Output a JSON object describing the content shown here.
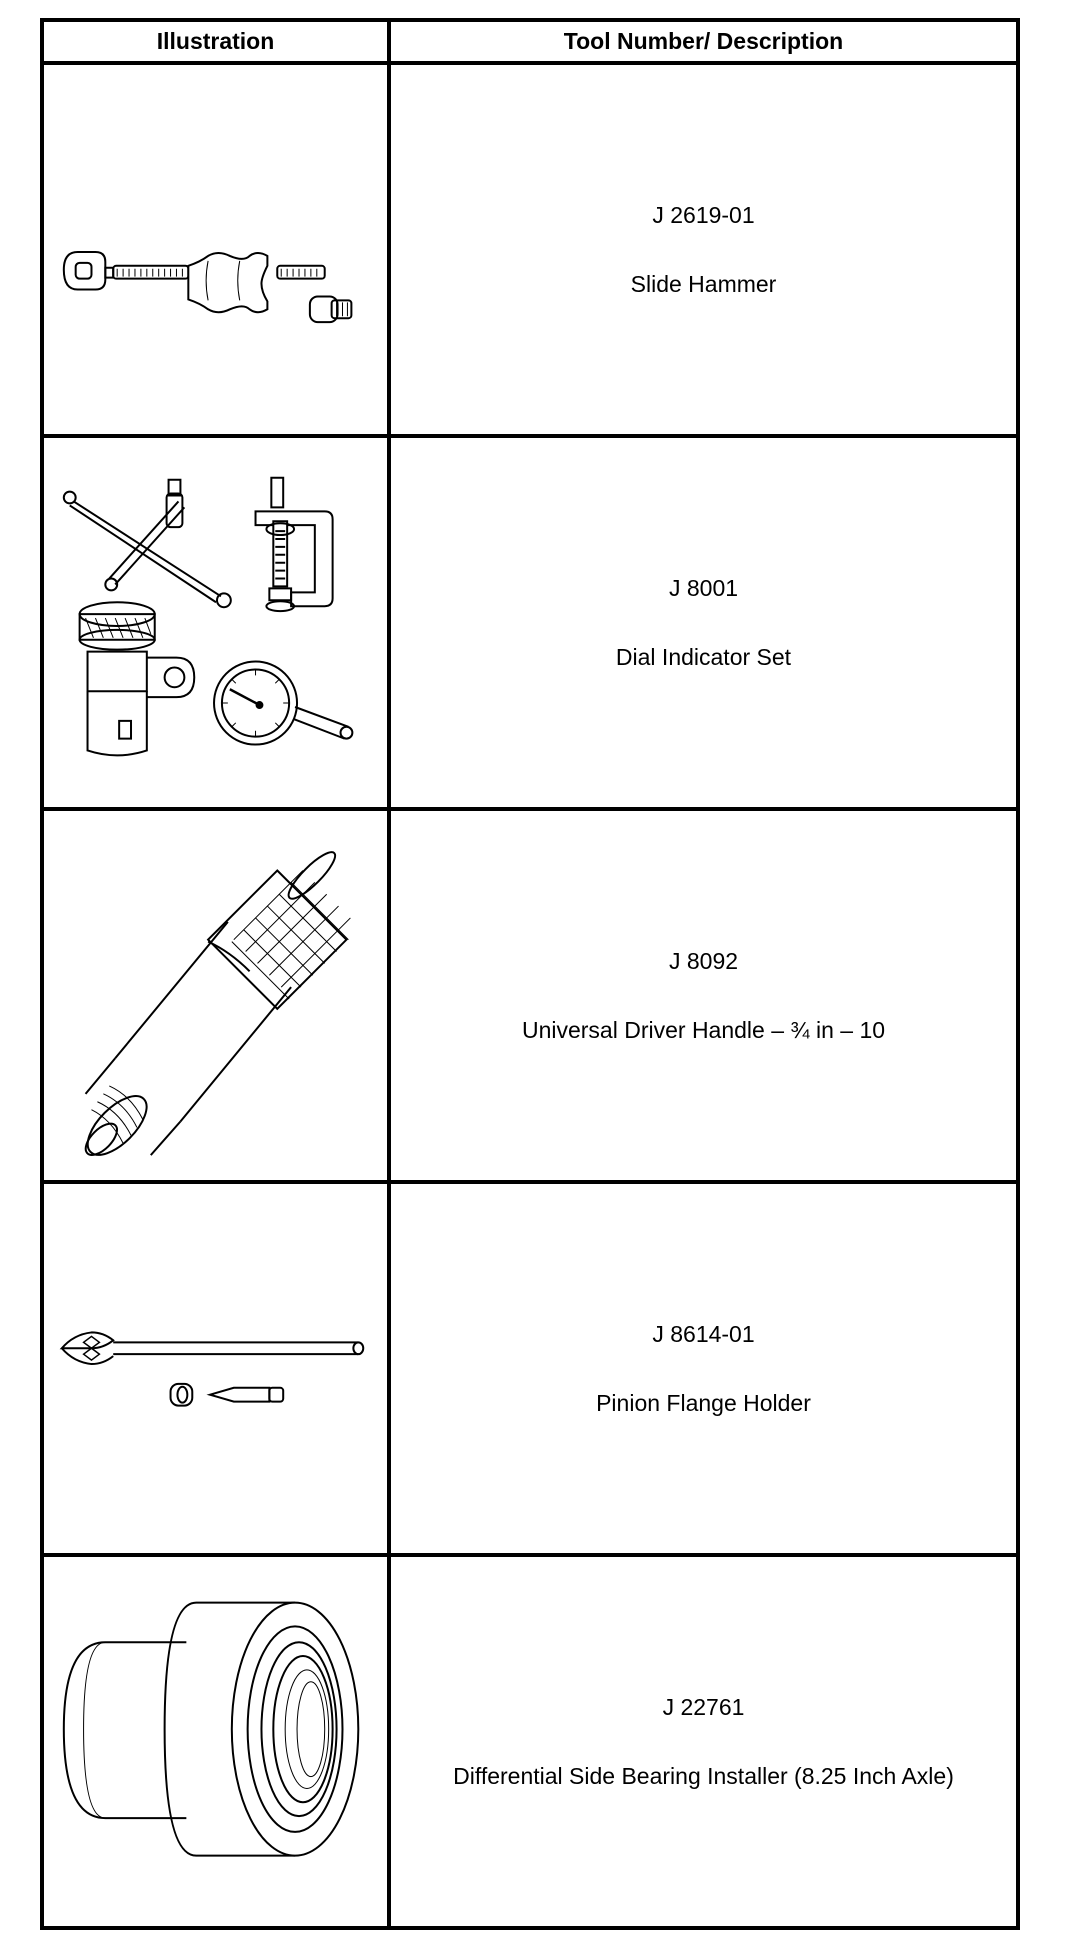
{
  "header": {
    "illustration": "Illustration",
    "tool_number_description": "Tool Number/ Description"
  },
  "tools": [
    {
      "number": "J 2619-01",
      "description": "Slide Hammer",
      "icon": "slide-hammer-icon"
    },
    {
      "number": "J 8001",
      "description": "Dial Indicator Set",
      "icon": "dial-indicator-set-icon"
    },
    {
      "number": "J 8092",
      "description": "Universal Driver Handle – ¾ in – 10",
      "icon": "driver-handle-icon"
    },
    {
      "number": "J 8614-01",
      "description": "Pinion Flange Holder",
      "icon": "pinion-flange-holder-icon"
    },
    {
      "number": "J 22761",
      "description": "Differential Side Bearing Installer (8.25 Inch Axle)",
      "icon": "bearing-installer-icon"
    }
  ]
}
